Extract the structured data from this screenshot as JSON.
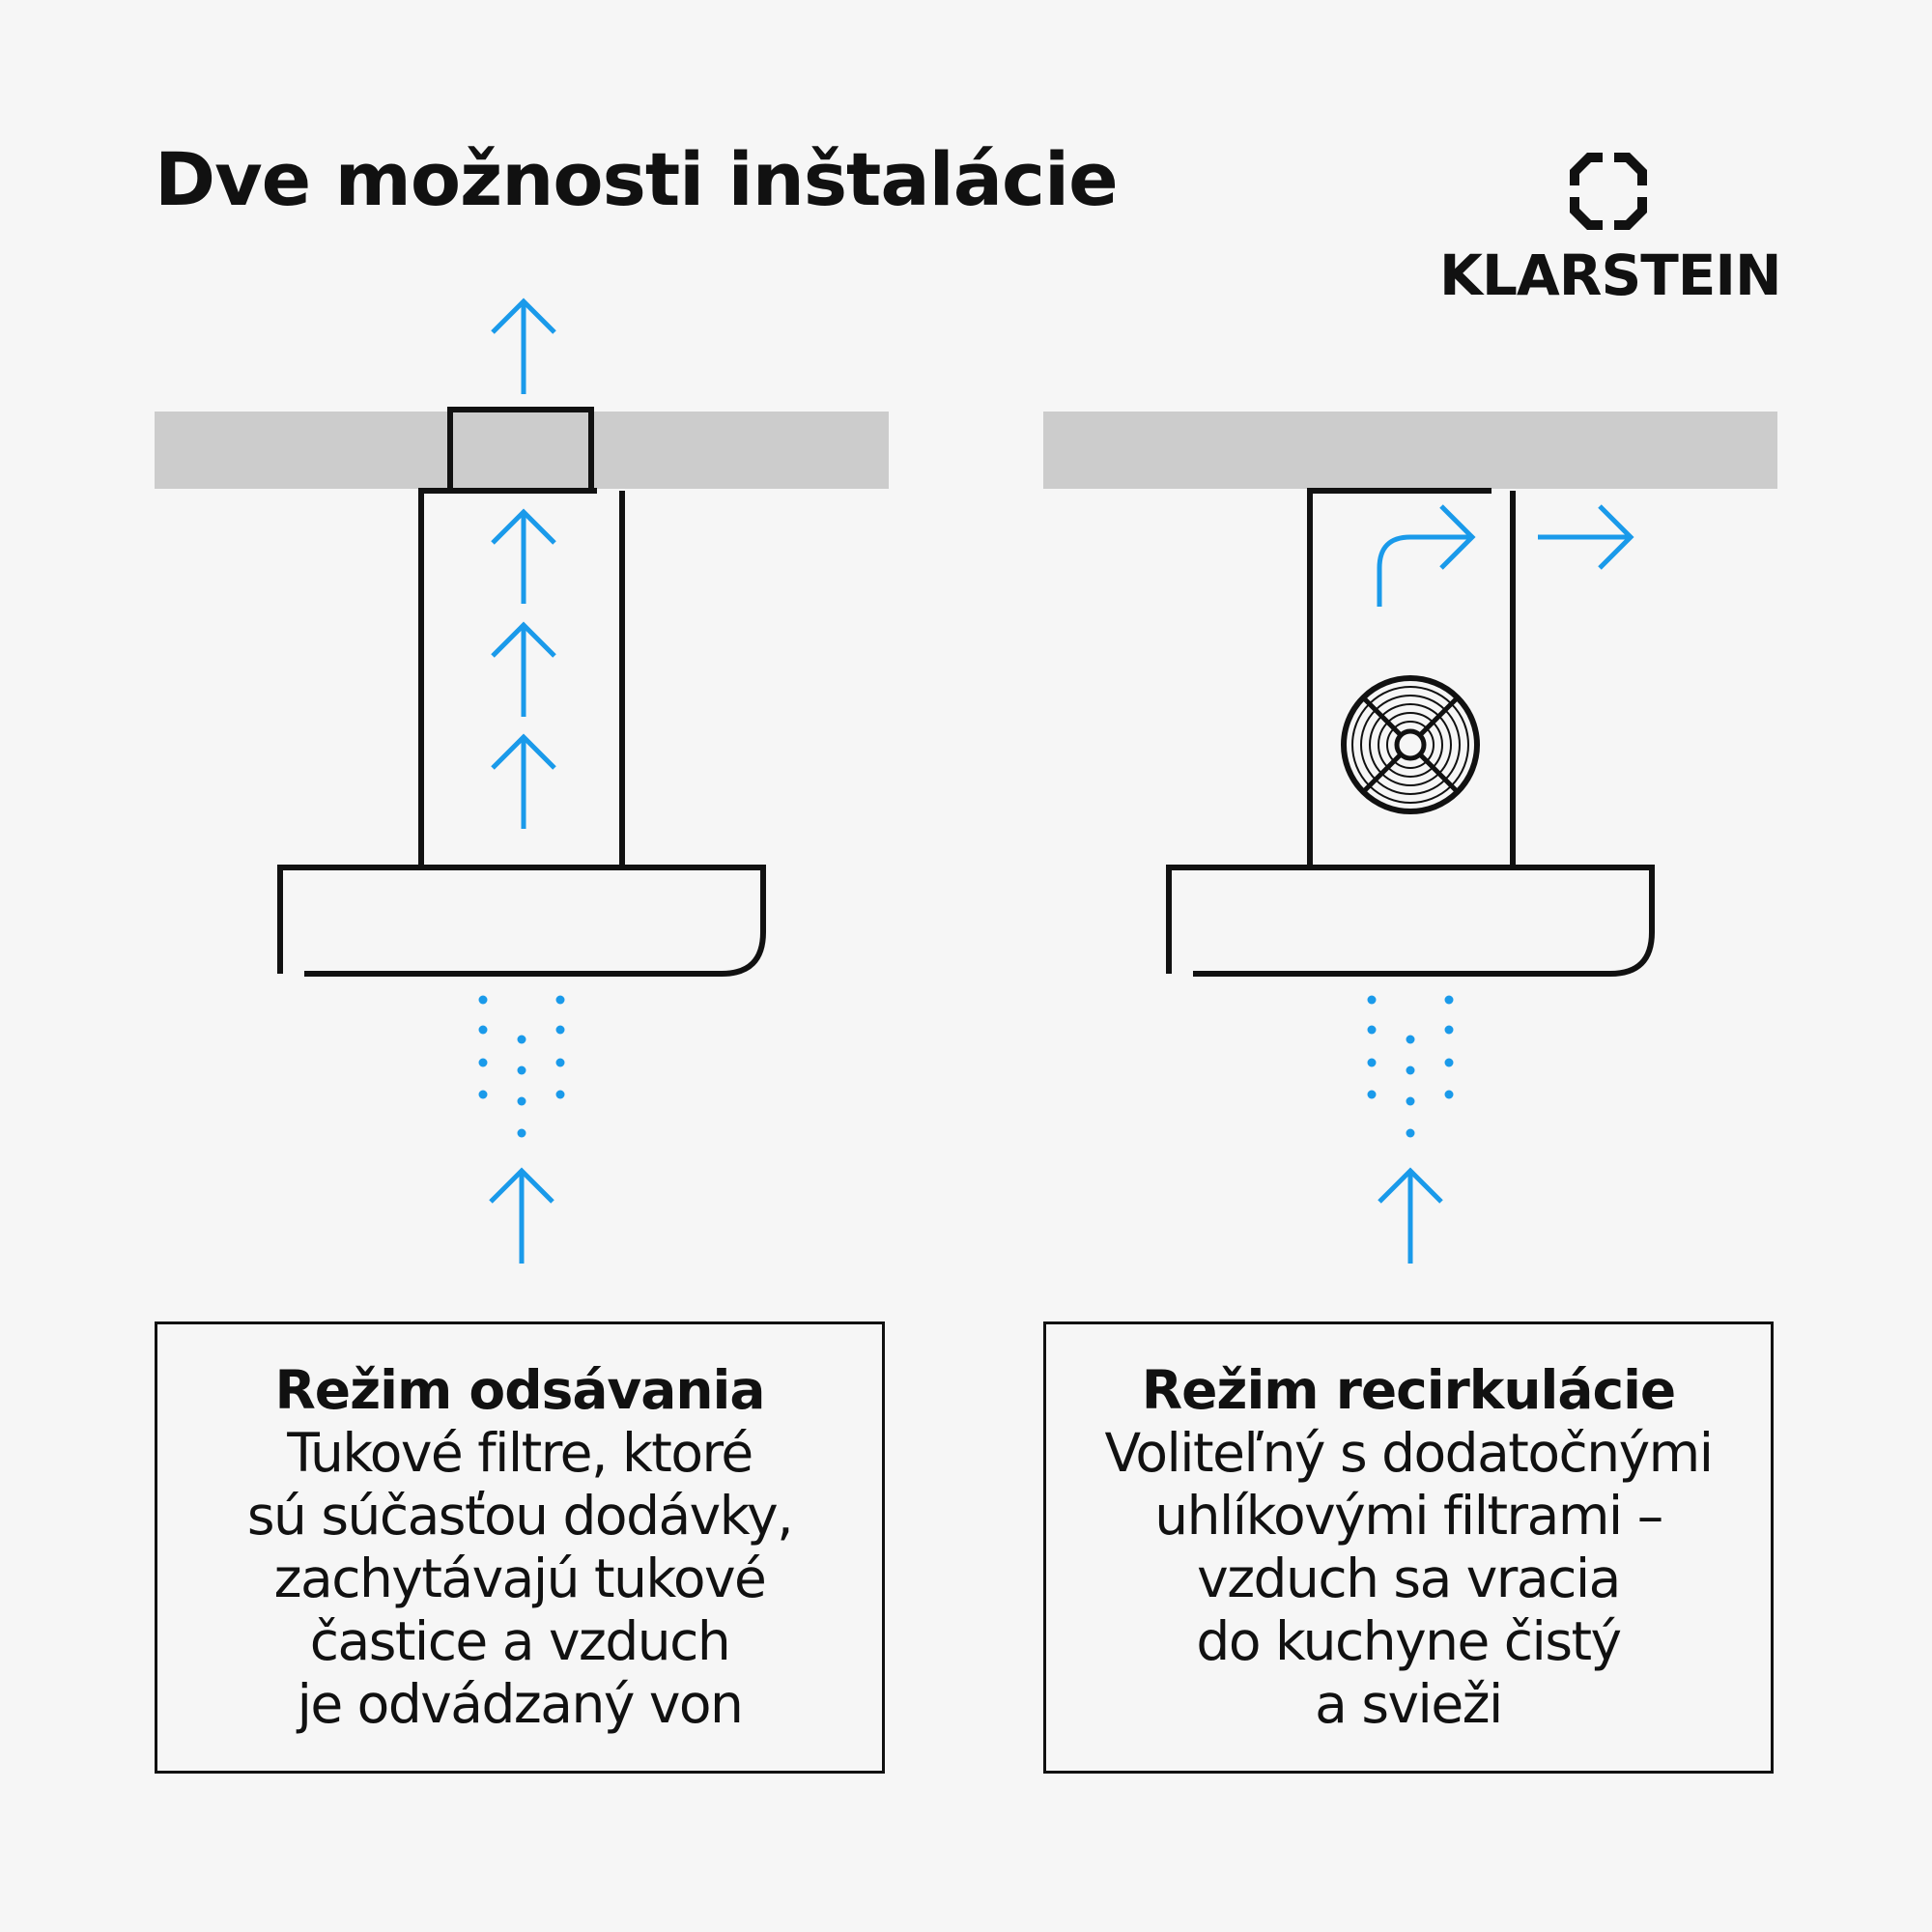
{
  "title": "Dve možnosti inštalácie",
  "brand": {
    "name": "KLARSTEIN",
    "logo_icon": "klarstein-octagon-logo"
  },
  "colors": {
    "background": "#f6f6f6",
    "ceiling": "#cccccc",
    "outline": "#111111",
    "airflow": "#1a9aea"
  },
  "modes": [
    {
      "heading": "Režim odsávania",
      "lines": [
        "Tukové filtre, ktoré",
        "sú súčasťou dodávky,",
        "zachytávajú tukové",
        "častice a vzduch",
        "je odvádzaný von"
      ]
    },
    {
      "heading": "Režim recirkulácie",
      "lines": [
        "Voliteľný s dodatočnými",
        "uhlíkovými filtrami –",
        "vzduch sa vracia",
        "do kuchyne čistý",
        "a svieži"
      ]
    }
  ]
}
